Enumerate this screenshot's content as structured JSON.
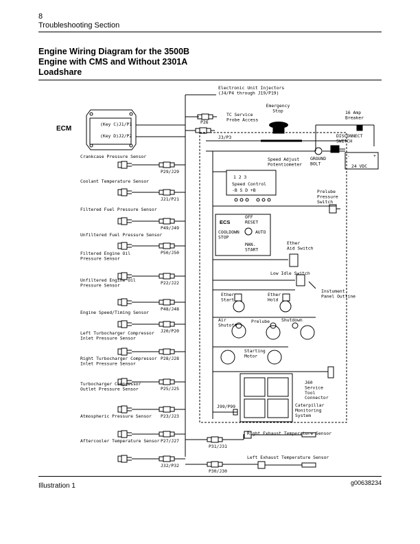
{
  "header": {
    "page_number": "8",
    "section": "Troubleshooting Section"
  },
  "title_lines": [
    "Engine Wiring Diagram for the 3500B",
    "Engine with CMS and Without 2301A",
    "Loadshare"
  ],
  "footer": {
    "illustration": "Illustration 1",
    "code": "g00638234"
  },
  "ecm": {
    "label": "ECM",
    "key1": "(Key C)J1/P1",
    "key2": "(Key D)J2/P2"
  },
  "sensors": [
    {
      "name": "Crankcase Pressure Sensor",
      "connector": "P29/J29"
    },
    {
      "name": "Coolant Temperature Sensor",
      "connector": "J21/P21"
    },
    {
      "name": "Filtered Fuel Pressure Sensor",
      "connector": "P49/J49"
    },
    {
      "name": "Unfiltered Fuel Pressure Sensor",
      "connector": "P50/J50"
    },
    {
      "name": "Filtered Engine Oil\nPressure Sensor",
      "connector": "P22/J22"
    },
    {
      "name": "Unfiltered Engine Oil\nPressure Sensor",
      "connector": "P48/J48"
    },
    {
      "name": "Engine Speed/Timing Sensor",
      "connector": "J20/P20"
    },
    {
      "name": "Left Turbocharger Compressor\nInlet Pressure Sensor",
      "connector": "P28/J28"
    },
    {
      "name": "Right Turbocharger Compressor\nInlet Pressure Sensor",
      "connector": "P25/J25"
    },
    {
      "name": "Turbocharger Compressor\nOutlet Pressure Sensor",
      "connector": "P23/J23"
    },
    {
      "name": "Atmospheric Pressure Sensor",
      "connector": "P27/J27"
    },
    {
      "name": "Aftercooler Temperature Sensor",
      "connector": "J32/P32"
    }
  ],
  "right": {
    "injectors": "Electronic Unit Injectors\n(J4/P4 through J19/P19)",
    "tc_probe": "TC Service\nProbe Access",
    "p26": "P26",
    "j3p3": "J3/P3",
    "estop": "Emergency\nStop",
    "breaker": "16 Amp\nBreaker",
    "disconnect": "DISCONNECT\nSWITCH",
    "ground": "GROUND\nBOLT",
    "vdc": "24 VDC",
    "minus": "-",
    "plus": "+",
    "speed_adjust": "Speed Adjust\nPotentiometer",
    "speed_control": "Speed Control",
    "sc_nums": "1   2   3",
    "sc_letters": "-B  S  D  +B",
    "prelube_sw": "Prelube\nPressure\nSwitch",
    "ecs_label": "ECS",
    "ecs_off": "OFF\nRESET",
    "ecs_cool": "COOLDOWN\nSTOP",
    "ecs_auto": "AUTO",
    "ecs_man": "MAN.\nSTART",
    "ether_aid": "Ether\nAid Switch",
    "low_idle": "Low Idle Switch",
    "panel_outline": "Instument\nPanel Outline",
    "ether_start": "Ether\nStart",
    "ether_hold": "Ether\nHold",
    "air_shutoff": "Air\nShutoff",
    "prelube": "Prelube",
    "shutdown": "Shutdown",
    "starting_motor": "Starting\nMotor",
    "j60": "J60\nService\nTool\nConnector",
    "j99": "J99/P99",
    "cat_monitor": "Caterpillar\nMonitoring\nSystem",
    "right_exhaust": "Right Exhaust Temperature Sensor",
    "left_exhaust": "Left Exhaust Temperature Sensor",
    "p31j31": "P31/J31",
    "p30j30": "P30/J30"
  }
}
